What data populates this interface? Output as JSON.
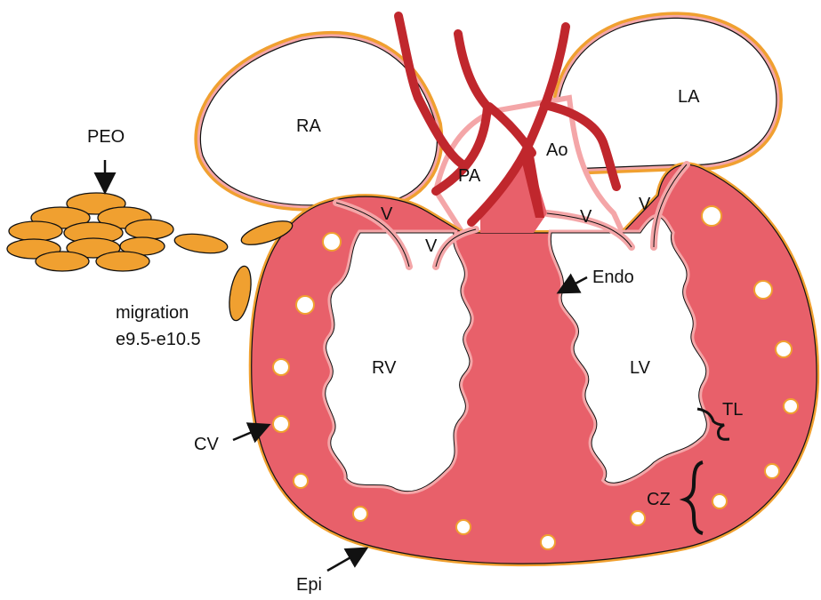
{
  "labels": {
    "pa": "PA",
    "ao": "Ao",
    "ra": "RA",
    "la": "LA",
    "rv": "RV",
    "lv": "LV",
    "peo": "PEO",
    "migration": "migration",
    "stage": "e9.5-e10.5",
    "endo": "Endo",
    "cv": "CV",
    "epi": "Epi",
    "tl": "TL",
    "cz": "CZ",
    "valve": "V"
  },
  "colors": {
    "myocardium": "#e8606a",
    "endocardium": "#f4a6a8",
    "epicardium": "#f0a030",
    "vessel": "#c0272d",
    "peo_cell": "#f0a030",
    "outline": "#111111"
  }
}
